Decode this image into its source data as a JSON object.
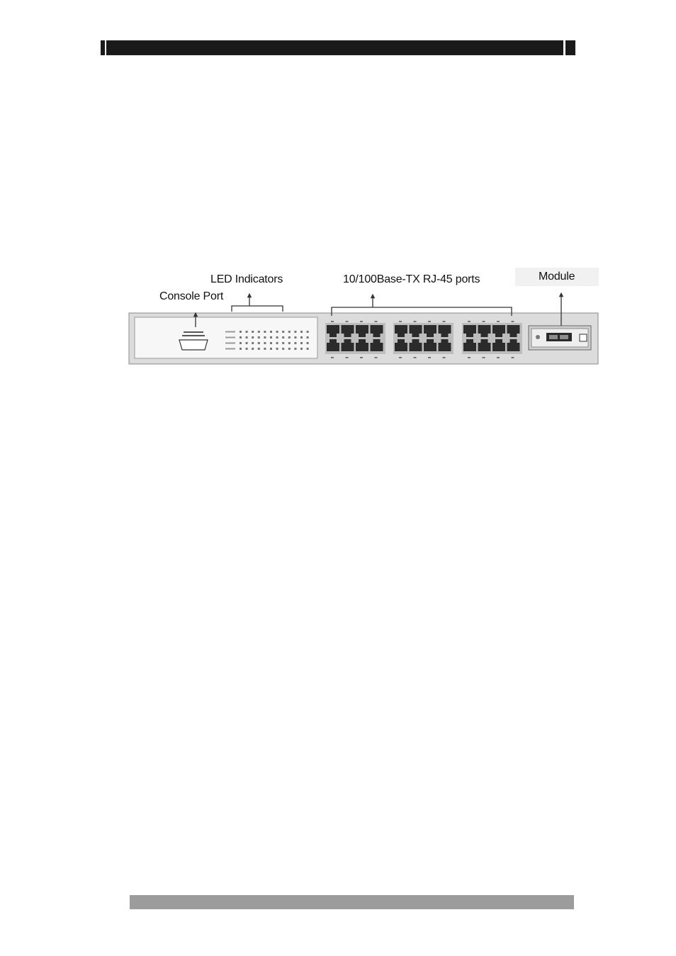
{
  "figure": {
    "callouts": {
      "led_indicators": "LED Indicators",
      "console_port": "Console Port",
      "rj45_ports": "10/100Base-TX RJ-45 ports",
      "module": "Module"
    }
  }
}
